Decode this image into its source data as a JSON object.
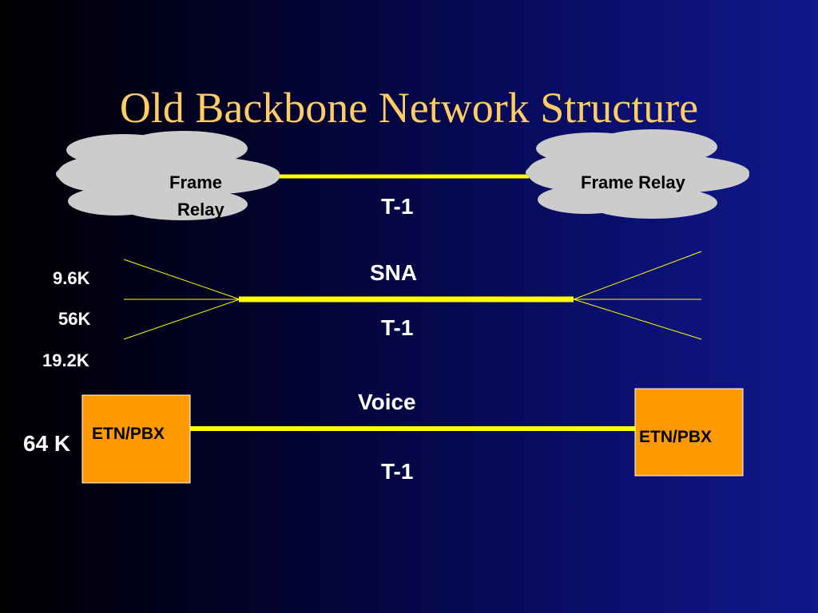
{
  "slide": {
    "title": "Old Backbone Network Structure"
  },
  "row_frame_relay": {
    "left_cloud_label_line1": "Frame",
    "left_cloud_label_line2": "Relay",
    "right_cloud_label": "Frame Relay",
    "link_label": "T-1"
  },
  "row_sna": {
    "top_label": "SNA",
    "link_label": "T-1",
    "speeds": [
      "9.6K",
      "56K",
      "19.2K"
    ]
  },
  "row_voice": {
    "top_label": "Voice",
    "link_label": "T-1",
    "left_rate": "64 K",
    "left_box_label": "ETN/PBX",
    "right_box_label": "ETN/PBX"
  },
  "colors": {
    "title": "#ffcc66",
    "link": "#ffff00",
    "box_fill": "#ff9900",
    "cloud_fill": "#cccccc"
  }
}
